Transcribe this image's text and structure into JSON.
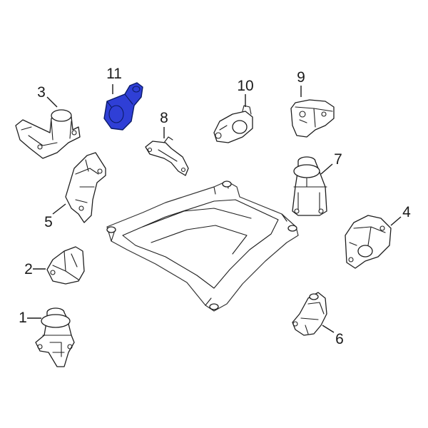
{
  "colors": {
    "highlight": "#2f3fd6",
    "line": "#1e1e1e",
    "background": "#ffffff"
  },
  "callouts": [
    {
      "id": "1",
      "label": "1"
    },
    {
      "id": "2",
      "label": "2"
    },
    {
      "id": "3",
      "label": "3"
    },
    {
      "id": "4",
      "label": "4"
    },
    {
      "id": "5",
      "label": "5"
    },
    {
      "id": "6",
      "label": "6"
    },
    {
      "id": "7",
      "label": "7"
    },
    {
      "id": "8",
      "label": "8"
    },
    {
      "id": "9",
      "label": "9"
    },
    {
      "id": "10",
      "label": "10"
    },
    {
      "id": "11",
      "label": "11"
    }
  ],
  "highlighted_part": "11"
}
